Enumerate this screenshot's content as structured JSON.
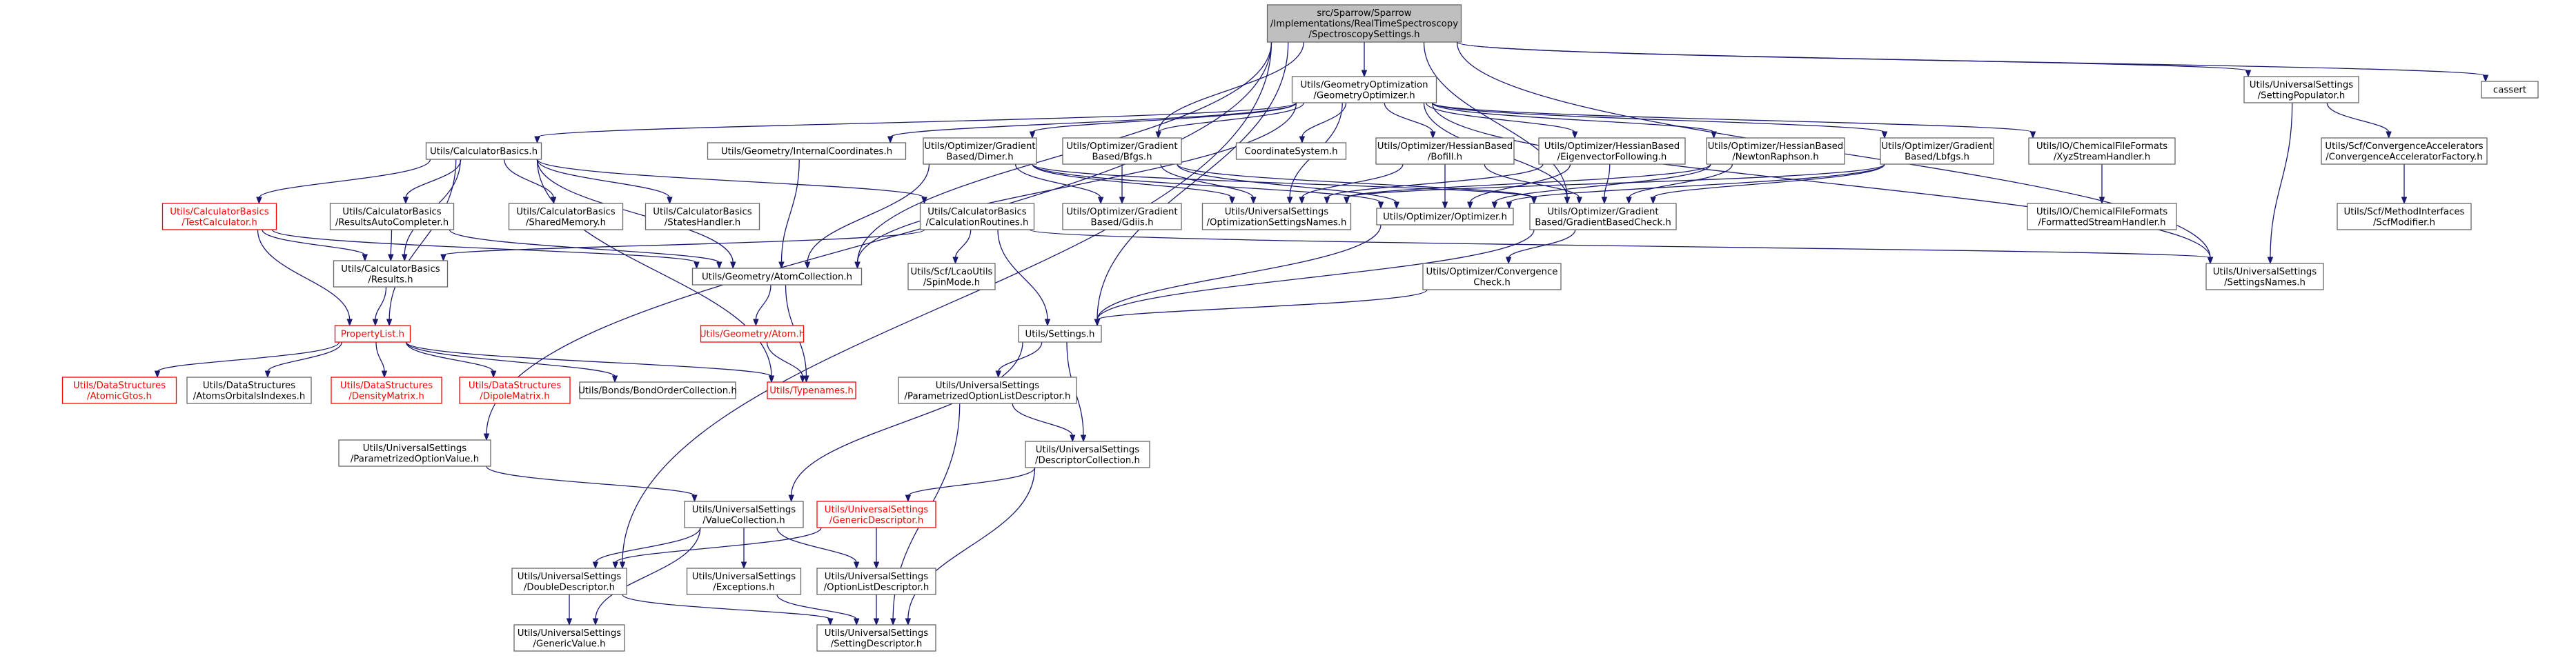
{
  "colors": {
    "edge": "#191970",
    "node_border": "#666666",
    "root_fill": "#bfbfbf",
    "undocumented_border": "#ff0000",
    "external_border": "#bfbfbf"
  },
  "nodes": [
    {
      "id": "root",
      "label": [
        "src/Sparrow/Sparrow",
        "/Implementations/RealTimeSpectroscopy",
        "/SpectroscopySettings.h"
      ],
      "kind": "root"
    },
    {
      "id": "geoopt",
      "label": [
        "Utils/GeometryOptimization",
        "/GeometryOptimizer.h"
      ]
    },
    {
      "id": "setpop",
      "label": [
        "Utils/UniversalSettings",
        "/SettingPopulator.h"
      ]
    },
    {
      "id": "cassert",
      "label": [
        "cassert"
      ],
      "kind": "external"
    },
    {
      "id": "calcbasics",
      "label": [
        "Utils/CalculatorBasics.h"
      ]
    },
    {
      "id": "internalcoords",
      "label": [
        "Utils/Geometry/InternalCoordinates.h"
      ]
    },
    {
      "id": "dimer",
      "label": [
        "Utils/Optimizer/Gradient",
        "Based/Dimer.h"
      ]
    },
    {
      "id": "bfgs",
      "label": [
        "Utils/Optimizer/Gradient",
        "Based/Bfgs.h"
      ]
    },
    {
      "id": "coordsys",
      "label": [
        "CoordinateSystem.h"
      ]
    },
    {
      "id": "bofill",
      "label": [
        "Utils/Optimizer/HessianBased",
        "/Bofill.h"
      ]
    },
    {
      "id": "eigfollow",
      "label": [
        "Utils/Optimizer/HessianBased",
        "/EigenvectorFollowing.h"
      ]
    },
    {
      "id": "newton",
      "label": [
        "Utils/Optimizer/HessianBased",
        "/NewtonRaphson.h"
      ]
    },
    {
      "id": "lbfgs",
      "label": [
        "Utils/Optimizer/Gradient",
        "Based/Lbfgs.h"
      ]
    },
    {
      "id": "xyzstream",
      "label": [
        "Utils/IO/ChemicalFileFormats",
        "/XyzStreamHandler.h"
      ]
    },
    {
      "id": "convaccfac",
      "label": [
        "Utils/Scf/ConvergenceAccelerators",
        "/ConvergenceAcceleratorFactory.h"
      ]
    },
    {
      "id": "testcalc",
      "label": [
        "Utils/CalculatorBasics",
        "/TestCalculator.h"
      ],
      "kind": "red"
    },
    {
      "id": "resautocomp",
      "label": [
        "Utils/CalculatorBasics",
        "/ResultsAutoCompleter.h"
      ]
    },
    {
      "id": "sharedmem",
      "label": [
        "Utils/CalculatorBasics",
        "/SharedMemory.h"
      ]
    },
    {
      "id": "stateshandler",
      "label": [
        "Utils/CalculatorBasics",
        "/StatesHandler.h"
      ]
    },
    {
      "id": "calcroutines",
      "label": [
        "Utils/CalculatorBasics",
        "/CalculationRoutines.h"
      ]
    },
    {
      "id": "gdiis",
      "label": [
        "Utils/Optimizer/Gradient",
        "Based/Gdiis.h"
      ]
    },
    {
      "id": "optsetnames",
      "label": [
        "Utils/UniversalSettings",
        "/OptimizationSettingsNames.h"
      ]
    },
    {
      "id": "optimizer",
      "label": [
        "Utils/Optimizer/Optimizer.h"
      ]
    },
    {
      "id": "gbcheck",
      "label": [
        "Utils/Optimizer/Gradient",
        "Based/GradientBasedCheck.h"
      ]
    },
    {
      "id": "formstream",
      "label": [
        "Utils/IO/ChemicalFileFormats",
        "/FormattedStreamHandler.h"
      ]
    },
    {
      "id": "scfmodifier",
      "label": [
        "Utils/Scf/MethodInterfaces",
        "/ScfModifier.h"
      ]
    },
    {
      "id": "results",
      "label": [
        "Utils/CalculatorBasics",
        "/Results.h"
      ]
    },
    {
      "id": "atomcoll",
      "label": [
        "Utils/Geometry/AtomCollection.h"
      ]
    },
    {
      "id": "spinmode",
      "label": [
        "Utils/Scf/LcaoUtils",
        "/SpinMode.h"
      ]
    },
    {
      "id": "convcheck",
      "label": [
        "Utils/Optimizer/Convergence",
        "Check.h"
      ]
    },
    {
      "id": "setnames",
      "label": [
        "Utils/UniversalSettings",
        "/SettingsNames.h"
      ]
    },
    {
      "id": "proplist",
      "label": [
        "PropertyList.h"
      ],
      "kind": "red"
    },
    {
      "id": "atom",
      "label": [
        "Utils/Geometry/Atom.h"
      ],
      "kind": "red"
    },
    {
      "id": "settings",
      "label": [
        "Utils/Settings.h"
      ]
    },
    {
      "id": "atomicgtos",
      "label": [
        "Utils/DataStructures",
        "/AtomicGtos.h"
      ],
      "kind": "red"
    },
    {
      "id": "atomsorb",
      "label": [
        "Utils/DataStructures",
        "/AtomsOrbitalsIndexes.h"
      ]
    },
    {
      "id": "densmat",
      "label": [
        "Utils/DataStructures",
        "/DensityMatrix.h"
      ],
      "kind": "red"
    },
    {
      "id": "dipmat",
      "label": [
        "Utils/DataStructures",
        "/DipoleMatrix.h"
      ],
      "kind": "red"
    },
    {
      "id": "bondorder",
      "label": [
        "Utils/Bonds/BondOrderCollection.h"
      ]
    },
    {
      "id": "typenames",
      "label": [
        "Utils/Typenames.h"
      ],
      "kind": "red"
    },
    {
      "id": "paroptlist",
      "label": [
        "Utils/UniversalSettings",
        "/ParametrizedOptionListDescriptor.h"
      ]
    },
    {
      "id": "parvalue",
      "label": [
        "Utils/UniversalSettings",
        "/ParametrizedOptionValue.h"
      ]
    },
    {
      "id": "desccoll",
      "label": [
        "Utils/UniversalSettings",
        "/DescriptorCollection.h"
      ]
    },
    {
      "id": "valuecoll",
      "label": [
        "Utils/UniversalSettings",
        "/ValueCollection.h"
      ]
    },
    {
      "id": "genericdesc",
      "label": [
        "Utils/UniversalSettings",
        "/GenericDescriptor.h"
      ],
      "kind": "red"
    },
    {
      "id": "doubledesc",
      "label": [
        "Utils/UniversalSettings",
        "/DoubleDescriptor.h"
      ]
    },
    {
      "id": "exceptions",
      "label": [
        "Utils/UniversalSettings",
        "/Exceptions.h"
      ]
    },
    {
      "id": "optlistdesc",
      "label": [
        "Utils/UniversalSettings",
        "/OptionListDescriptor.h"
      ]
    },
    {
      "id": "genericvalue",
      "label": [
        "Utils/UniversalSettings",
        "/GenericValue.h"
      ]
    },
    {
      "id": "settingdesc",
      "label": [
        "Utils/UniversalSettings",
        "/SettingDescriptor.h"
      ]
    }
  ],
  "edges": [
    [
      "root",
      "geoopt"
    ],
    [
      "root",
      "setpop"
    ],
    [
      "root",
      "cassert"
    ],
    [
      "root",
      "bfgs"
    ],
    [
      "root",
      "atomcoll"
    ],
    [
      "root",
      "settings"
    ],
    [
      "root",
      "parvalue"
    ],
    [
      "root",
      "doubledesc"
    ],
    [
      "root",
      "gbcheck"
    ],
    [
      "root",
      "setnames"
    ],
    [
      "geoopt",
      "calcbasics"
    ],
    [
      "geoopt",
      "internalcoords"
    ],
    [
      "geoopt",
      "dimer"
    ],
    [
      "geoopt",
      "bfgs"
    ],
    [
      "geoopt",
      "coordsys"
    ],
    [
      "geoopt",
      "bofill"
    ],
    [
      "geoopt",
      "eigfollow"
    ],
    [
      "geoopt",
      "newton"
    ],
    [
      "geoopt",
      "lbfgs"
    ],
    [
      "geoopt",
      "xyzstream"
    ],
    [
      "geoopt",
      "optsetnames"
    ],
    [
      "geoopt",
      "gbcheck"
    ],
    [
      "geoopt",
      "setnames"
    ],
    [
      "geoopt",
      "atomcoll"
    ],
    [
      "setpop",
      "convaccfac"
    ],
    [
      "setpop",
      "setnames"
    ],
    [
      "calcbasics",
      "testcalc"
    ],
    [
      "calcbasics",
      "resautocomp"
    ],
    [
      "calcbasics",
      "sharedmem"
    ],
    [
      "calcbasics",
      "stateshandler"
    ],
    [
      "calcbasics",
      "calcroutines"
    ],
    [
      "calcbasics",
      "results"
    ],
    [
      "calcbasics",
      "proplist"
    ],
    [
      "calcbasics",
      "typenames"
    ],
    [
      "calcbasics",
      "atomcoll"
    ],
    [
      "internalcoords",
      "atomcoll"
    ],
    [
      "dimer",
      "gdiis"
    ],
    [
      "dimer",
      "optsetnames"
    ],
    [
      "dimer",
      "optimizer"
    ],
    [
      "dimer",
      "gbcheck"
    ],
    [
      "dimer",
      "atomcoll"
    ],
    [
      "bfgs",
      "gdiis"
    ],
    [
      "bfgs",
      "optsetnames"
    ],
    [
      "bfgs",
      "optimizer"
    ],
    [
      "bfgs",
      "gbcheck"
    ],
    [
      "bofill",
      "optsetnames"
    ],
    [
      "bofill",
      "optimizer"
    ],
    [
      "bofill",
      "gbcheck"
    ],
    [
      "eigfollow",
      "optsetnames"
    ],
    [
      "eigfollow",
      "optimizer"
    ],
    [
      "eigfollow",
      "gbcheck"
    ],
    [
      "newton",
      "optsetnames"
    ],
    [
      "newton",
      "optimizer"
    ],
    [
      "newton",
      "gbcheck"
    ],
    [
      "lbfgs",
      "optsetnames"
    ],
    [
      "lbfgs",
      "optimizer"
    ],
    [
      "lbfgs",
      "gbcheck"
    ],
    [
      "xyzstream",
      "formstream"
    ],
    [
      "convaccfac",
      "scfmodifier"
    ],
    [
      "testcalc",
      "results"
    ],
    [
      "testcalc",
      "proplist"
    ],
    [
      "testcalc",
      "atomcoll"
    ],
    [
      "resautocomp",
      "results"
    ],
    [
      "resautocomp",
      "atomcoll"
    ],
    [
      "calcroutines",
      "results"
    ],
    [
      "calcroutines",
      "spinmode"
    ],
    [
      "calcroutines",
      "settings"
    ],
    [
      "calcroutines",
      "setnames"
    ],
    [
      "results",
      "proplist"
    ],
    [
      "optimizer",
      "settings"
    ],
    [
      "gbcheck",
      "convcheck"
    ],
    [
      "gbcheck",
      "settings"
    ],
    [
      "convcheck",
      "settings"
    ],
    [
      "atomcoll",
      "atom"
    ],
    [
      "atomcoll",
      "typenames"
    ],
    [
      "atom",
      "typenames"
    ],
    [
      "proplist",
      "atomicgtos"
    ],
    [
      "proplist",
      "atomsorb"
    ],
    [
      "proplist",
      "densmat"
    ],
    [
      "proplist",
      "dipmat"
    ],
    [
      "proplist",
      "bondorder"
    ],
    [
      "proplist",
      "typenames"
    ],
    [
      "settings",
      "paroptlist"
    ],
    [
      "settings",
      "desccoll"
    ],
    [
      "settings",
      "valuecoll"
    ],
    [
      "paroptlist",
      "desccoll"
    ],
    [
      "paroptlist",
      "settingdesc"
    ],
    [
      "parvalue",
      "valuecoll"
    ],
    [
      "desccoll",
      "genericdesc"
    ],
    [
      "desccoll",
      "settingdesc"
    ],
    [
      "valuecoll",
      "exceptions"
    ],
    [
      "valuecoll",
      "optlistdesc"
    ],
    [
      "valuecoll",
      "genericvalue"
    ],
    [
      "valuecoll",
      "doubledesc"
    ],
    [
      "genericdesc",
      "doubledesc"
    ],
    [
      "genericdesc",
      "optlistdesc"
    ],
    [
      "doubledesc",
      "genericvalue"
    ],
    [
      "doubledesc",
      "settingdesc"
    ],
    [
      "exceptions",
      "settingdesc"
    ],
    [
      "optlistdesc",
      "settingdesc"
    ]
  ]
}
